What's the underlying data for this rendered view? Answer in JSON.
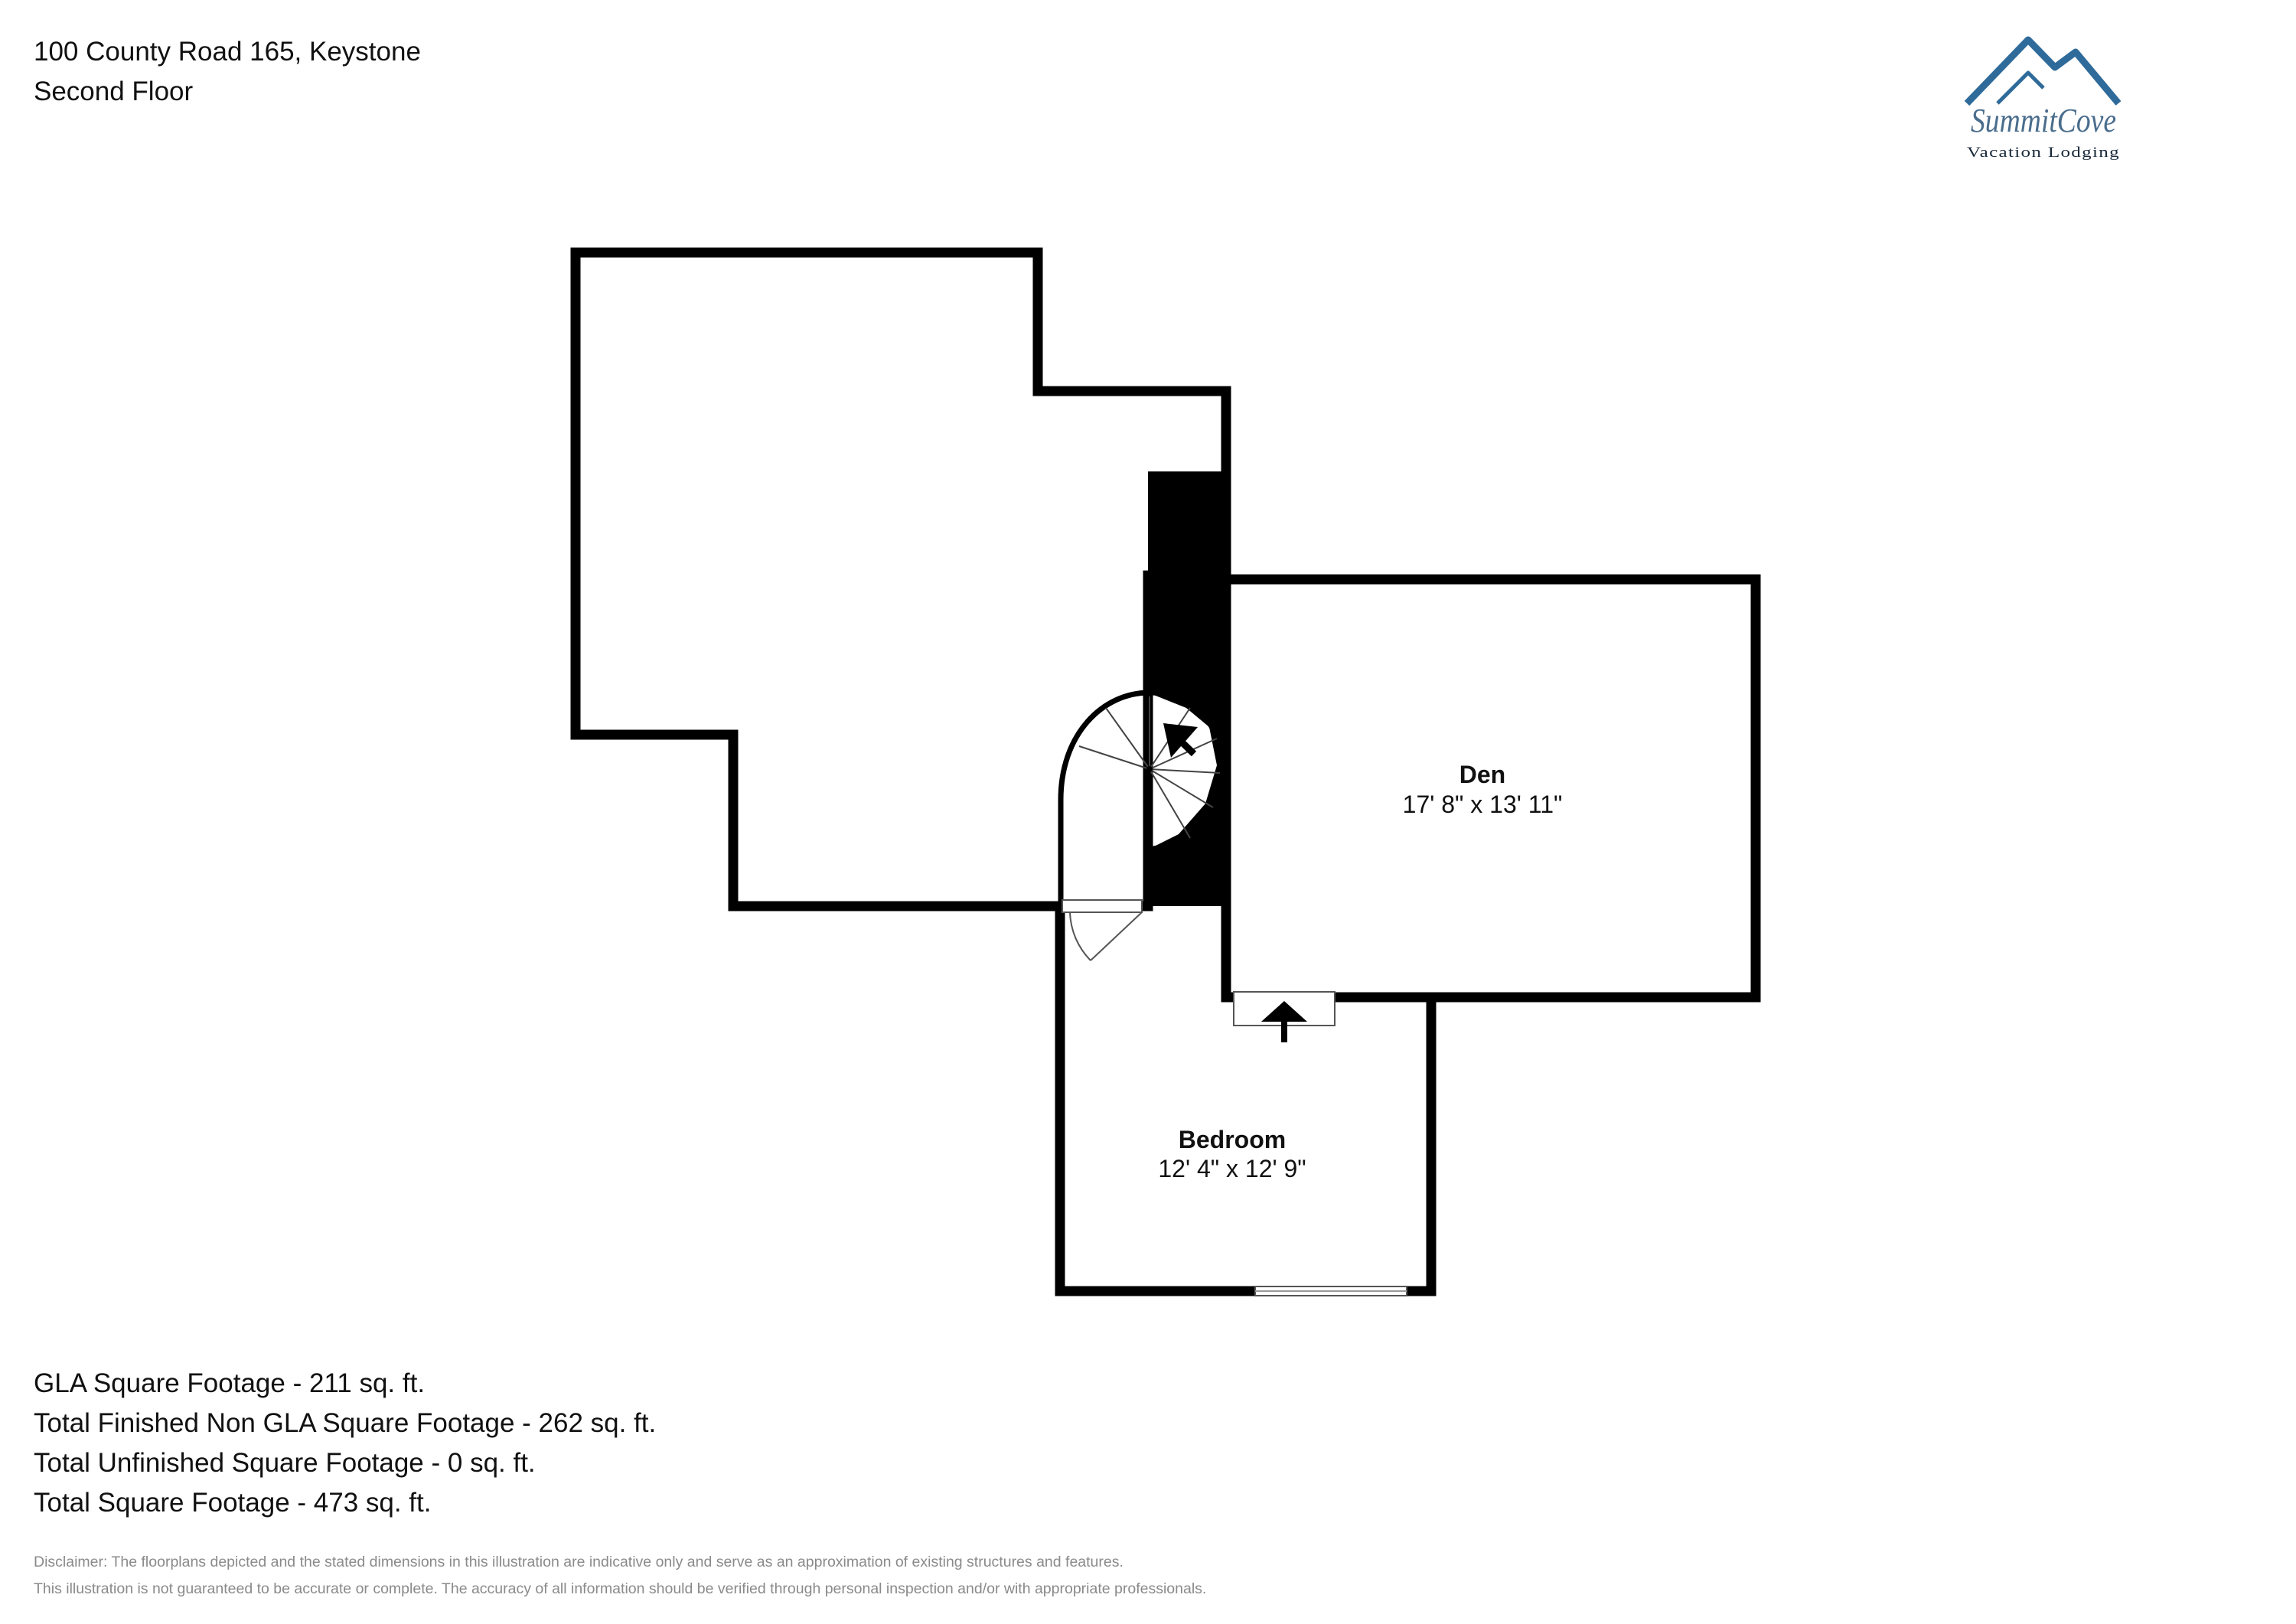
{
  "header": {
    "address": "100 County Road 165, Keystone",
    "floor": "Second Floor"
  },
  "logo": {
    "brand": "SummitCove",
    "tagline": "Vacation Lodging",
    "colors": {
      "mountain": "#2f6b9a",
      "text": "#4a6d8c"
    }
  },
  "rooms": [
    {
      "name": "Den",
      "dimensions": "17' 8\" x 13' 11\""
    },
    {
      "name": "Bedroom",
      "dimensions": "12' 4\" x 12' 9\""
    }
  ],
  "stats": {
    "gla": "GLA Square Footage - 211 sq. ft.",
    "non_gla": "Total Finished Non GLA Square Footage - 262 sq. ft.",
    "unfinished": "Total Unfinished Square Footage - 0 sq. ft.",
    "total": "Total Square Footage - 473 sq. ft."
  },
  "disclaimer": {
    "line1": "Disclaimer: The floorplans depicted and the stated dimensions in this illustration are indicative only and serve as an approximation of existing structures and features.",
    "line2": "This illustration is not guaranteed to be accurate or complete. The accuracy of all information should be verified through personal inspection and/or with appropriate professionals."
  },
  "colors": {
    "wall": "#000000",
    "background": "#ffffff",
    "disclaimer": "#8a8a8a"
  }
}
